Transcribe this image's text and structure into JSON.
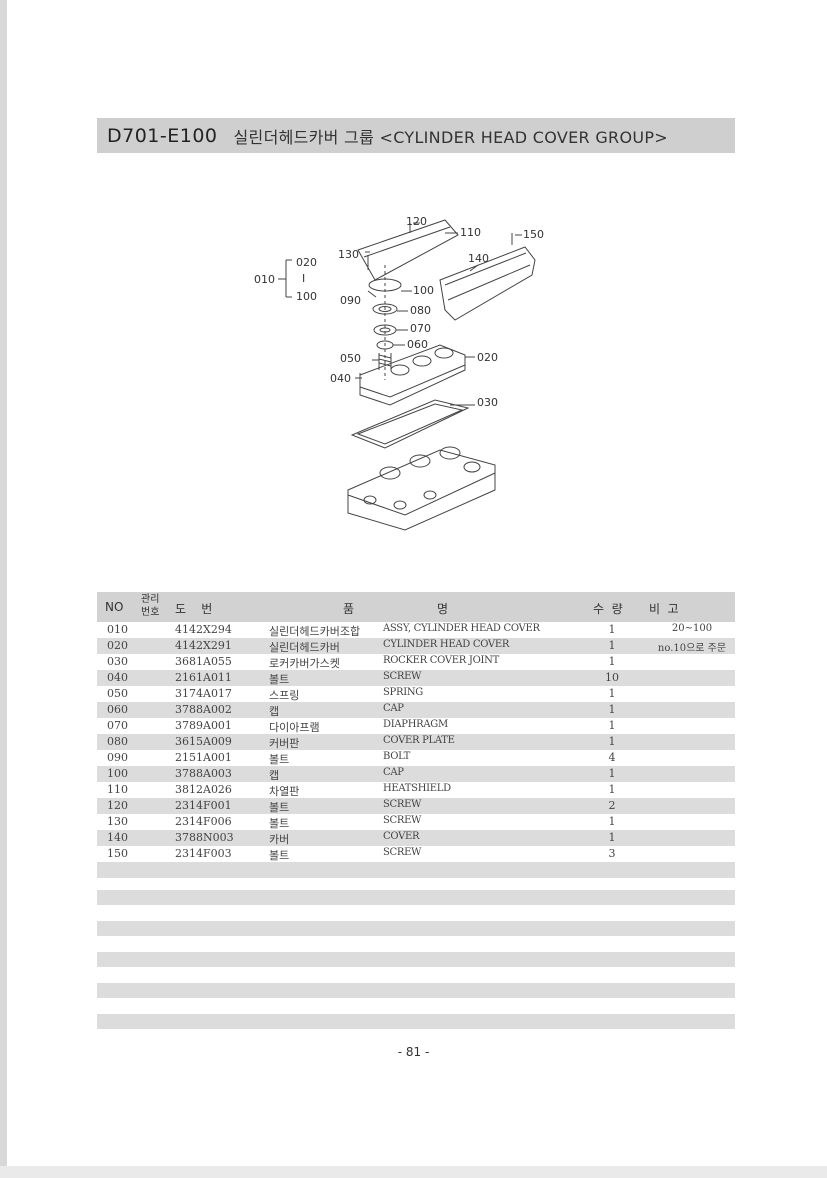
{
  "title": {
    "code": "D701-E100",
    "text": "실린더헤드카버 그룹 <CYLINDER HEAD COVER GROUP>"
  },
  "diagram": {
    "callouts": [
      "120",
      "110",
      "150",
      "130",
      "140",
      "020",
      "010",
      "100",
      "090",
      "100",
      "080",
      "070",
      "060",
      "050",
      "020",
      "040",
      "030"
    ],
    "bracket_dash": "I"
  },
  "table": {
    "headers": {
      "no": "NO",
      "mgmt_top": "관리",
      "mgmt_bottom": "번호",
      "drawing": "도    번",
      "name_a": "품",
      "name_b": "명",
      "qty": "수  량",
      "remarks": "비  고"
    },
    "rows": [
      {
        "no": "010",
        "part": "4142X294",
        "kr": "실린더헤드카버조합",
        "en": "ASSY, CYLINDER HEAD COVER",
        "qty": "1",
        "remarks": "20~100"
      },
      {
        "no": "020",
        "part": "4142X291",
        "kr": "실린더헤드카버",
        "en": "CYLINDER HEAD COVER",
        "qty": "1",
        "remarks": "no.10으로 주문"
      },
      {
        "no": "030",
        "part": "3681A055",
        "kr": "로커카버가스켓",
        "en": "ROCKER COVER JOINT",
        "qty": "1",
        "remarks": ""
      },
      {
        "no": "040",
        "part": "2161A011",
        "kr": "볼트",
        "en": "SCREW",
        "qty": "10",
        "remarks": ""
      },
      {
        "no": "050",
        "part": "3174A017",
        "kr": "스프링",
        "en": "SPRING",
        "qty": "1",
        "remarks": ""
      },
      {
        "no": "060",
        "part": "3788A002",
        "kr": "캡",
        "en": "CAP",
        "qty": "1",
        "remarks": ""
      },
      {
        "no": "070",
        "part": "3789A001",
        "kr": "다이아프램",
        "en": "DIAPHRAGM",
        "qty": "1",
        "remarks": ""
      },
      {
        "no": "080",
        "part": "3615A009",
        "kr": "커버판",
        "en": "COVER PLATE",
        "qty": "1",
        "remarks": ""
      },
      {
        "no": "090",
        "part": "2151A001",
        "kr": "볼트",
        "en": "BOLT",
        "qty": "4",
        "remarks": ""
      },
      {
        "no": "100",
        "part": "3788A003",
        "kr": "캡",
        "en": "CAP",
        "qty": "1",
        "remarks": ""
      },
      {
        "no": "110",
        "part": "3812A026",
        "kr": "차열판",
        "en": "HEATSHIELD",
        "qty": "1",
        "remarks": ""
      },
      {
        "no": "120",
        "part": "2314F001",
        "kr": "볼트",
        "en": "SCREW",
        "qty": "2",
        "remarks": ""
      },
      {
        "no": "130",
        "part": "2314F006",
        "kr": "볼트",
        "en": "SCREW",
        "qty": "1",
        "remarks": ""
      },
      {
        "no": "140",
        "part": "3788N003",
        "kr": "카버",
        "en": "COVER",
        "qty": "1",
        "remarks": ""
      },
      {
        "no": "150",
        "part": "2314F003",
        "kr": "볼트",
        "en": "SCREW",
        "qty": "3",
        "remarks": ""
      }
    ]
  },
  "page_number": "- 81 -"
}
